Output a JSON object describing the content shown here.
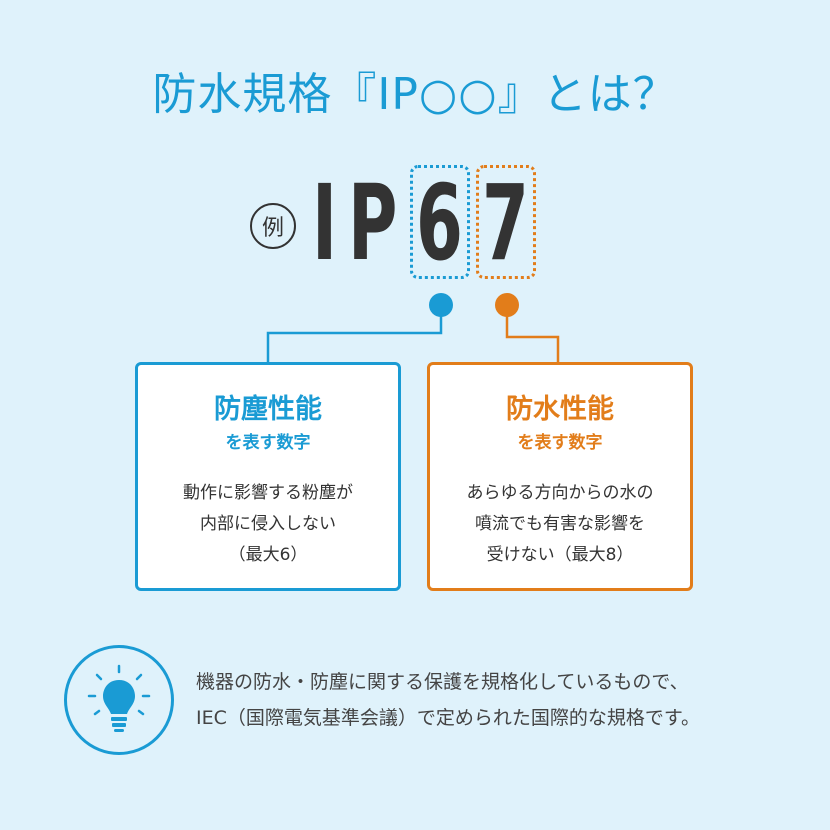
{
  "title": "防水規格『IP○○』とは？",
  "example_label": "例",
  "ip_code": {
    "letter_i": "I",
    "letter_p": "P",
    "digit_dust": "6",
    "digit_water": "7"
  },
  "cards": {
    "dust": {
      "title": "防塵性能",
      "subtitle": "を表す数字",
      "desc_line1": "動作に影響する粉塵が",
      "desc_line2": "内部に侵入しない",
      "desc_line3": "（最大6）"
    },
    "water": {
      "title": "防水性能",
      "subtitle": "を表す数字",
      "desc_line1": "あらゆる方向からの水の",
      "desc_line2": "噴流でも有害な影響を",
      "desc_line3": "受けない（最大8）"
    }
  },
  "note": {
    "line1": "機器の防水・防塵に関する保護を規格化しているもので、",
    "line2": "IEC（国際電気基準会議）で定められた国際的な規格です。"
  },
  "icon": "light-bulb-icon",
  "colors": {
    "blue": "#1a9bd4",
    "orange": "#e27d1a",
    "background": "#dff2fb"
  }
}
